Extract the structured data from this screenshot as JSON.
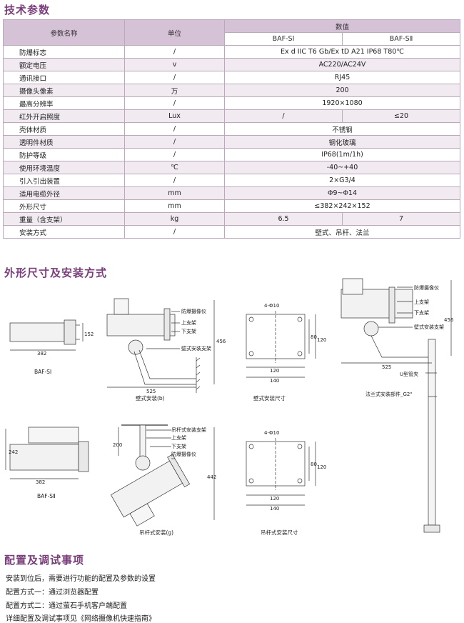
{
  "sections": {
    "tech": "技术参数",
    "dims": "外形尺寸及安装方式",
    "config": "配置及调试事项"
  },
  "table": {
    "h_name": "参数名称",
    "h_unit": "单位",
    "h_value": "数值",
    "h_v1": "BAF-SⅠ",
    "h_v2": "BAF-SⅡ",
    "rows": [
      {
        "name": "防爆标志",
        "unit": "/",
        "value": "Ex d IIC T6 Gb/Ex tD A21 IP68 T80℃"
      },
      {
        "name": "额定电压",
        "unit": "v",
        "value": "AC220/AC24V"
      },
      {
        "name": "通讯接口",
        "unit": "/",
        "value": "RJ45"
      },
      {
        "name": "摄像头像素",
        "unit": "万",
        "value": "200"
      },
      {
        "name": "最高分辨率",
        "unit": "/",
        "value": "1920×1080"
      },
      {
        "name": "红外开启照度",
        "unit": "Lux",
        "v1": "/",
        "v2": "≤20"
      },
      {
        "name": "壳体材质",
        "unit": "/",
        "value": "不锈钢"
      },
      {
        "name": "透明件材质",
        "unit": "/",
        "value": "钢化玻璃"
      },
      {
        "name": "防护等级",
        "unit": "/",
        "value": "IP68(1m/1h)"
      },
      {
        "name": "使用环境温度",
        "unit": "℃",
        "value": "-40~+40"
      },
      {
        "name": "引入引出装置",
        "unit": "/",
        "value": "2×G3/4"
      },
      {
        "name": "适用电缆外径",
        "unit": "mm",
        "value": "Φ9~Φ14"
      },
      {
        "name": "外形尺寸",
        "unit": "mm",
        "value": "≤382×242×152"
      },
      {
        "name": "重量（含支架）",
        "unit": "kg",
        "v1": "6.5",
        "v2": "7"
      },
      {
        "name": "安装方式",
        "unit": "/",
        "value": "壁式、吊杆、法兰"
      }
    ]
  },
  "drawings": {
    "baf1": {
      "caption": "BAF-SⅠ",
      "w": "382",
      "h": "152"
    },
    "wall": {
      "caption": "壁式安装(b)",
      "l1": "防爆摄像仪",
      "l2": "上支架",
      "l3": "下支架",
      "l4": "壁式安装支架",
      "d1": "525",
      "d2": "456"
    },
    "wallsize": {
      "caption": "壁式安装尺寸",
      "hole": "4-Φ10",
      "a": "80",
      "b": "120",
      "c": "120",
      "d": "140"
    },
    "flange": {
      "l1": "防爆摄像仪",
      "l2": "上支架",
      "l3": "下支架",
      "l4": "壁式安装支架",
      "l5": "U型管夹",
      "l6": "法兰式安装部件_G2\"",
      "d1": "525",
      "d2": "456"
    },
    "baf2": {
      "caption": "BAF-SⅡ",
      "w": "382",
      "h": "242"
    },
    "hang": {
      "caption": "吊杆式安装(g)",
      "l1": "吊杆式安装支架",
      "l2": "上支架",
      "l3": "下支架",
      "l4": "防爆摄像仪",
      "d1": "200",
      "d2": "442"
    },
    "hangsize": {
      "caption": "吊杆式安装尺寸",
      "hole": "4-Φ10",
      "a": "80",
      "b": "120",
      "c": "120",
      "d": "140"
    }
  },
  "config": [
    "安装到位后，需要进行功能的配置及参数的设置",
    "配置方式一：通过浏览器配置",
    "配置方式二：通过萤石手机客户端配置",
    "详细配置及调试事项见《网络摄像机快速指南》"
  ]
}
